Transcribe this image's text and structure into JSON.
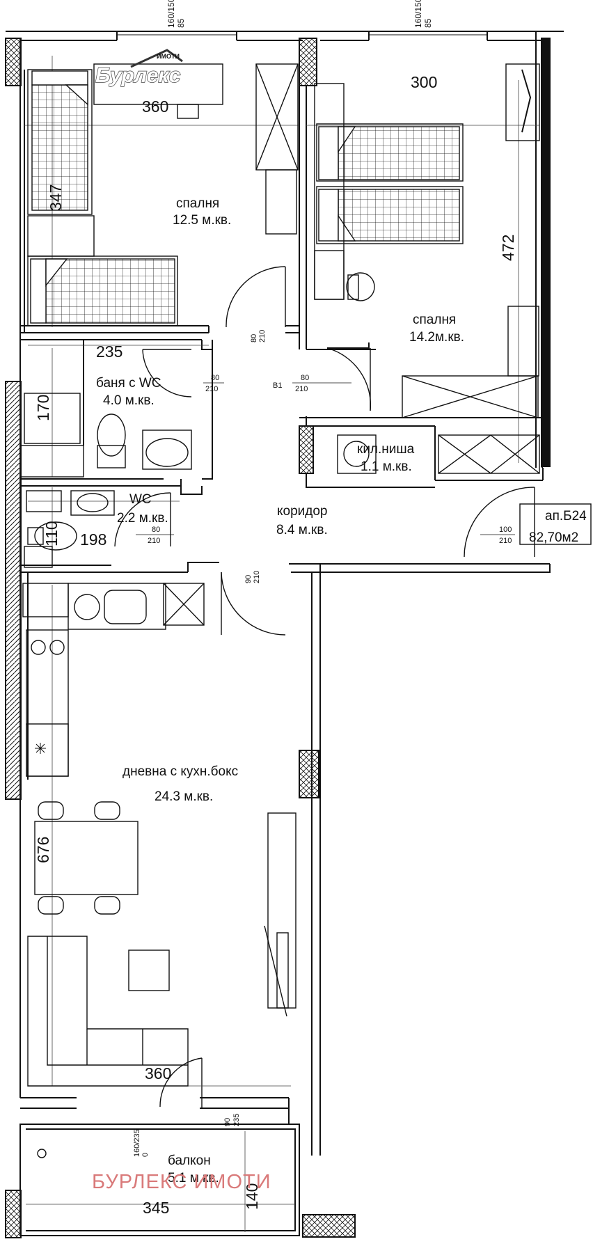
{
  "logo": {
    "brand": "Бурлекс",
    "sub": "ИМОТИ"
  },
  "watermark": "БУРЛЕКС ИМОТИ",
  "apartment": {
    "id": "ап.Б24",
    "area": "82,70м2"
  },
  "rooms": {
    "bedroom1": {
      "name": "спалня",
      "area": "12.5 м.кв."
    },
    "bedroom2": {
      "name": "спалня",
      "area": "14.2м.кв."
    },
    "bath": {
      "name": "баня с WC",
      "area": "4.0 м.кв."
    },
    "wc": {
      "name": "WC",
      "area": "2.2 м.кв."
    },
    "storage": {
      "name": "кил.ниша",
      "area": "1.1 м.кв."
    },
    "corridor": {
      "name": "коридор",
      "area": "8.4 м.кв."
    },
    "living": {
      "name": "дневна с кухн.бокс",
      "area": "24.3 м.кв."
    },
    "balcony": {
      "name": "балкон",
      "area": "5.1 м.кв."
    }
  },
  "dimensions": {
    "bedroom1_width": "360",
    "bedroom1_depth": "347",
    "bedroom2_width": "300",
    "bedroom2_depth": "472",
    "bath_width": "235",
    "bath_depth": "170",
    "wc_width": "198",
    "wc_depth": "110",
    "living_width": "360",
    "living_depth": "676",
    "balcony_width": "345",
    "balcony_depth": "140"
  },
  "openings": {
    "window_left": {
      "top": "160/150",
      "bottom": "85"
    },
    "window_right": {
      "top": "160/150",
      "bottom": "85"
    },
    "balcony_window": {
      "top": "160/235",
      "bottom": "0"
    },
    "door_bedroom1": {
      "w": "80",
      "h": "210"
    },
    "door_bath": {
      "w": "80",
      "h": "210"
    },
    "door_bedroom2": {
      "w": "80",
      "h": "210"
    },
    "door_bedroom2_label": "В1",
    "door_wc": {
      "w": "80",
      "h": "210"
    },
    "door_living": {
      "w": "90",
      "h": "210"
    },
    "door_entrance": {
      "w": "100",
      "h": "210"
    },
    "door_balcony": {
      "w": "90",
      "h": "235"
    }
  }
}
